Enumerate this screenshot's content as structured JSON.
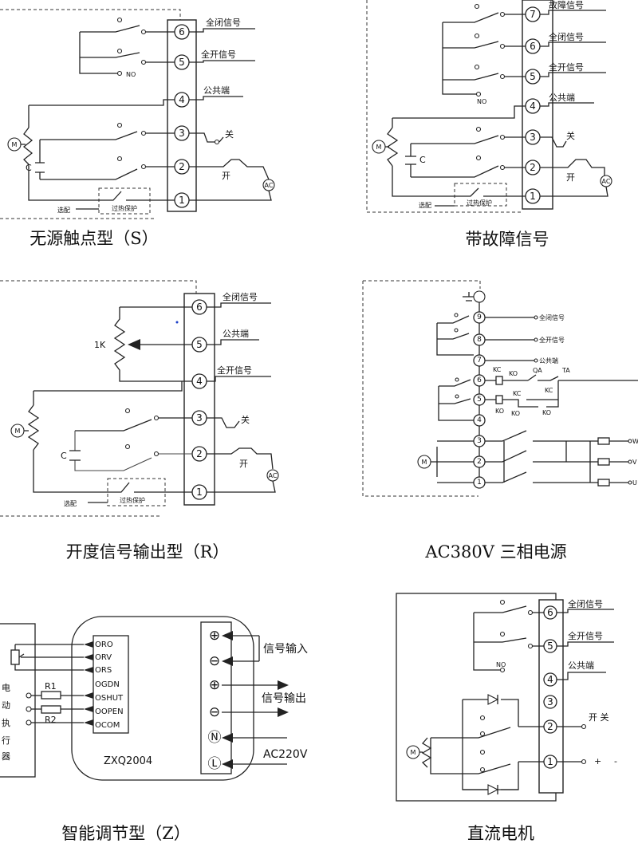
{
  "panels": {
    "s": {
      "caption": "无源触点型（S）",
      "terminals": [
        "6",
        "5",
        "4",
        "3",
        "2",
        "1"
      ],
      "labels": {
        "t6": "全闭信号",
        "t5": "全开信号",
        "t4": "公共端",
        "t3": "关",
        "t2": "开",
        "no": "NO",
        "cap": "C",
        "motor": "M",
        "ac": "AC",
        "select": "选配",
        "overheat": "过热保护"
      }
    },
    "fault": {
      "caption": "带故障信号",
      "terminals": [
        "7",
        "6",
        "5",
        "4",
        "3",
        "2",
        "1"
      ],
      "labels": {
        "t7": "故障信号",
        "t6": "全闭信号",
        "t5": "全开信号",
        "t4": "公共端",
        "t3": "关",
        "t2": "开",
        "no": "NO",
        "cap": "C",
        "motor": "M",
        "ac": "AC",
        "select": "选配",
        "overheat": "过热保护"
      }
    },
    "r": {
      "caption": "开度信号输出型（R）",
      "terminals": [
        "6",
        "5",
        "4",
        "3",
        "2",
        "1"
      ],
      "labels": {
        "t6": "全闭信号",
        "t5": "公共端",
        "t4": "全开信号",
        "t3": "关",
        "t2": "开",
        "pot": "1K",
        "cap": "C",
        "motor": "M",
        "ac": "AC",
        "select": "选配",
        "overheat": "过热保护"
      }
    },
    "ac380": {
      "caption": "AC380V 三相电源",
      "terminals": [
        "9",
        "8",
        "7",
        "6",
        "5",
        "4",
        "3",
        "2",
        "1"
      ],
      "labels": {
        "t9": "全闭信号",
        "t8": "全开信号",
        "t7": "公共端",
        "kc1": "KC",
        "ko1": "KO",
        "qa": "QA",
        "ta": "TA",
        "kc2": "KC",
        "ko2": "KO",
        "kc3": "KC",
        "ko3": "KO",
        "ko4": "KO",
        "w": "W",
        "v": "V",
        "u": "U",
        "motor": "M"
      }
    },
    "z": {
      "caption": "智能调节型（Z）",
      "model": "ZXQ2004",
      "pins": [
        "ORO",
        "ORV",
        "ORS",
        "OGDN",
        "OSHUT",
        "OOPEN",
        "OCOM"
      ],
      "actuator_chars": [
        "电",
        "动",
        "执",
        "行",
        "器"
      ],
      "r1": "R1",
      "r2": "R2",
      "signal_in": "信号输入",
      "signal_out": "信号输出",
      "ac220": "AC220V",
      "sym": [
        "⊕",
        "⊖",
        "⊕",
        "⊖",
        "Ⓝ",
        "Ⓛ"
      ]
    },
    "dc": {
      "caption": "直流电机",
      "terminals": [
        "6",
        "5",
        "4",
        "3",
        "2",
        "1"
      ],
      "labels": {
        "t6": "全闭信号",
        "t5": "全开信号",
        "t4": "公共端",
        "switch": "开  关",
        "no": "NO",
        "motor": "M",
        "plus": "+",
        "minus": "-"
      }
    }
  }
}
